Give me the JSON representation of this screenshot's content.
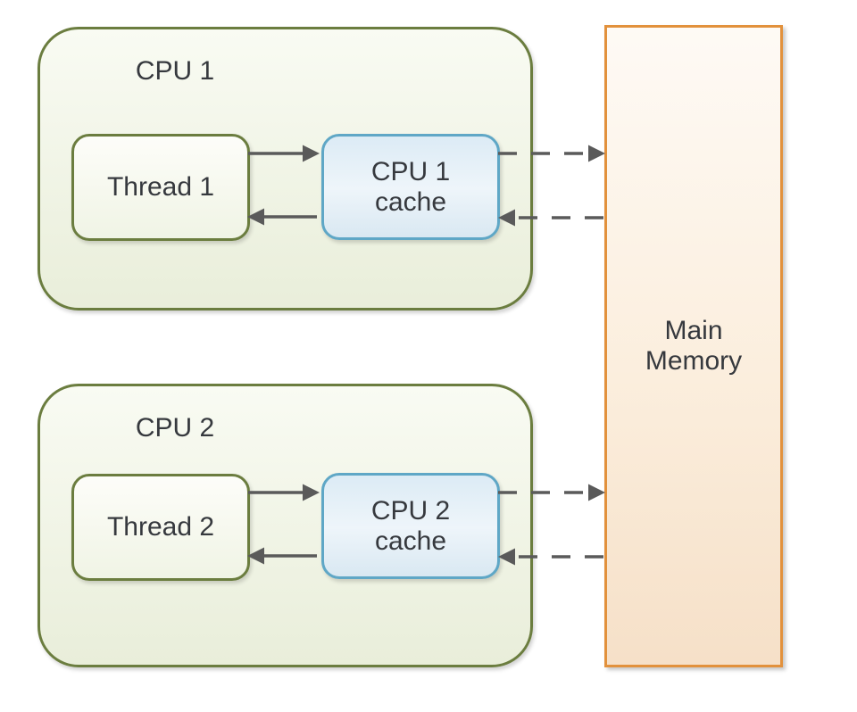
{
  "colors": {
    "cpu_border": "#6b7d3f",
    "thread_border": "#6b7d3f",
    "cache_border": "#5fa7c6",
    "memory_border": "#e2913c",
    "arrow": "#5a5a5a",
    "text": "#36393e",
    "cpu_fill_top": "#f9fbf3",
    "cpu_fill_bottom": "#e9eeda",
    "thread_fill_top": "#fdfdf9",
    "thread_fill_bottom": "#f0f4e5",
    "cache_fill_top": "#dcebf5",
    "cache_fill_mid": "#eef5fa",
    "cache_fill_bottom": "#d9e8f2",
    "memory_fill_top": "#fefaf5",
    "memory_fill_bottom": "#f6e0c8"
  },
  "nodes": {
    "cpu1": {
      "title": "CPU 1",
      "thread": "Thread 1",
      "cache": [
        "CPU 1",
        "cache"
      ]
    },
    "cpu2": {
      "title": "CPU 2",
      "thread": "Thread 2",
      "cache": [
        "CPU 2",
        "cache"
      ]
    },
    "memory": [
      "Main",
      "Memory"
    ]
  }
}
